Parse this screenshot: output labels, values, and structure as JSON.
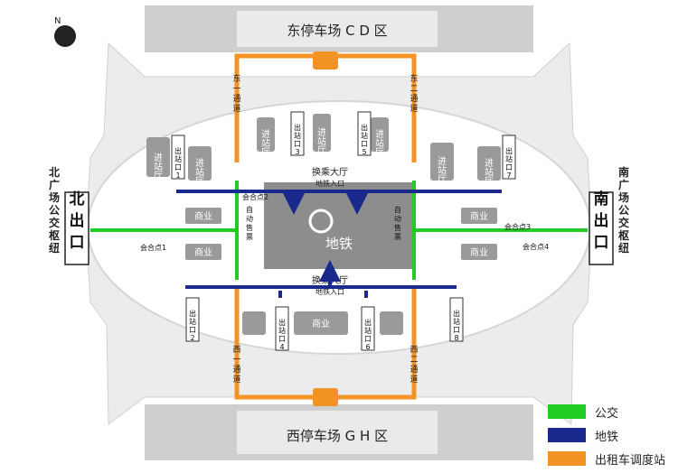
{
  "title_north_lot": "东停车场 C D 区",
  "title_south_lot": "西停车场 G H 区",
  "north_exit": "北出口",
  "south_exit": "南出口",
  "north_bus_hub": "北广场公交枢纽",
  "south_bus_hub": "南广场公交枢纽",
  "channels": {
    "e1": "东一通道",
    "e2": "东二通道",
    "w1": "西一通道",
    "w2": "西二通道"
  },
  "exits": {
    "top": [
      "出站口1",
      "出站口3",
      "出站口5",
      "出站口7"
    ],
    "bottom": [
      "出站口2",
      "出站口4",
      "出站口6",
      "出站口8"
    ]
  },
  "halls_top": [
    "进站厅1",
    "进站厅2",
    "进站厅3",
    "进站厅4",
    "进站厅5",
    "进站厅6",
    "进站厅7"
  ],
  "transfer_hall": "换乘大厅",
  "metro_entrance": "地铁入口",
  "metro": "地铁",
  "commerce": "商业",
  "ticket": "自动售票",
  "meeting_points": [
    "会合点1",
    "会合点2",
    "会合点3",
    "会合点4"
  ],
  "compass_n": "N",
  "legend": [
    {
      "label": "公交",
      "color": "#22cc22"
    },
    {
      "label": "地铁",
      "color": "#1a2a8c"
    },
    {
      "label": "出租车调度站",
      "color": "#f39325"
    }
  ],
  "colors": {
    "bus": "#22cc22",
    "metro": "#1a2a8c",
    "taxi": "#f39325"
  }
}
